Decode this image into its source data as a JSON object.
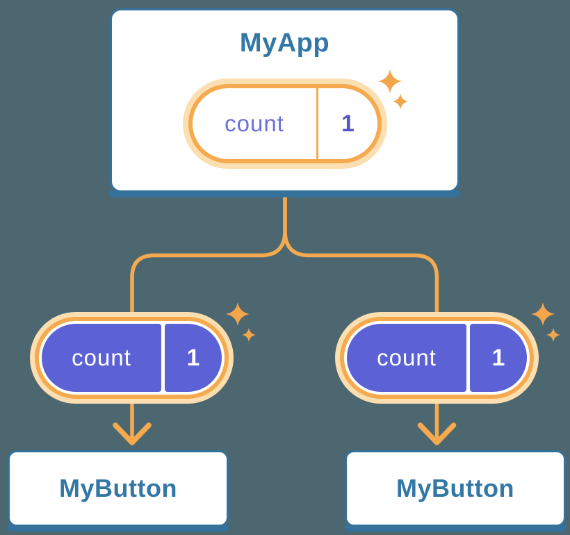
{
  "root_node": {
    "title": "MyApp",
    "state_pill": {
      "label": "count",
      "value": "1"
    }
  },
  "child_nodes": [
    {
      "title": "MyButton",
      "prop_pill": {
        "label": "count",
        "value": "1"
      }
    },
    {
      "title": "MyButton",
      "prop_pill": {
        "label": "count",
        "value": "1"
      }
    }
  ],
  "icons": {
    "sparkle": "four-point-star"
  },
  "colors": {
    "background": "#4d6771",
    "card_border_blue": "#34719b",
    "card_text_blue": "#3377a5",
    "edge_orange": "#f5aa4f",
    "pill_ring_orange": "#f5aa4f",
    "pill_glow": "#fbdfb0",
    "pill_purple": "#5c61d5",
    "state_label_purple": "#6e71dc",
    "state_value_purple": "#5356cb",
    "prop_text_white": "#ffffff"
  }
}
